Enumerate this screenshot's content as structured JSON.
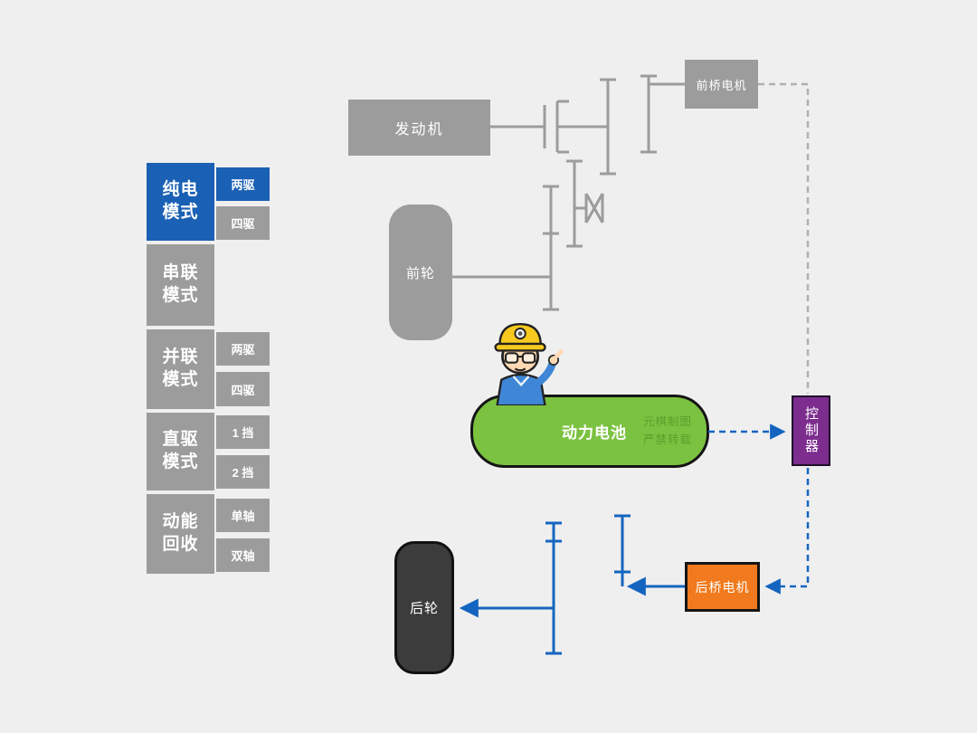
{
  "sidebar": {
    "modes": [
      {
        "label": "纯电\n模式",
        "active": true,
        "subs": [
          {
            "label": "两驱",
            "active": true
          },
          {
            "label": "四驱",
            "active": false
          }
        ]
      },
      {
        "label": "串联\n模式",
        "active": false,
        "subs": []
      },
      {
        "label": "并联\n模式",
        "active": false,
        "subs": [
          {
            "label": "两驱",
            "active": false
          },
          {
            "label": "四驱",
            "active": false
          }
        ]
      },
      {
        "label": "直驱\n模式",
        "active": false,
        "subs": [
          {
            "label": "1 挡",
            "active": false
          },
          {
            "label": "2 挡",
            "active": false
          }
        ]
      },
      {
        "label": "动能\n回收",
        "active": false,
        "subs": [
          {
            "label": "单轴",
            "active": false
          },
          {
            "label": "双轴",
            "active": false
          }
        ]
      }
    ]
  },
  "diagram": {
    "engine_label": "发动机",
    "front_motor_label": "前桥电机",
    "front_wheel_label": "前轮",
    "battery_label": "动力电池",
    "battery_watermark": "元棋制图\n严禁转载",
    "controller_label": "控制器",
    "rear_motor_label": "后桥电机",
    "rear_wheel_label": "后轮"
  },
  "colors": {
    "background": "#efefef",
    "active_blue": "#1a60b4",
    "inactive_gray": "#9c9c9c",
    "battery_green": "#7cc241",
    "battery_watermark_green": "#58a02b",
    "controller_purple": "#7c2d8e",
    "rear_motor_orange": "#f07a1d",
    "rear_wheel_dark": "#3c3c3c",
    "line_blue": "#1565c0",
    "line_gray": "#9c9c9c",
    "dashed_gray": "#b0b0b0"
  }
}
